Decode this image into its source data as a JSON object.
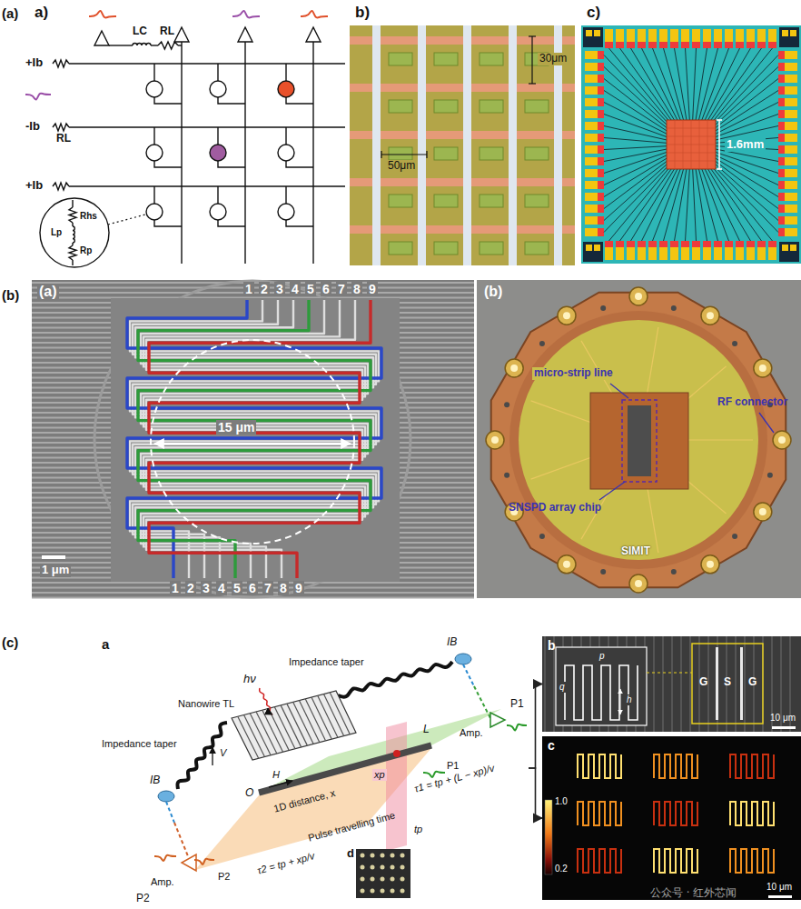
{
  "diagram": {
    "nodes": [
      {
        "text": [
          "a)"
        ]
      },
      {
        "text": [
          "b)"
        ]
      },
      {
        "text": [
          "c)"
        ]
      },
      {
        "text": [
          "(a)"
        ]
      },
      {
        "text": [
          "(b)"
        ]
      },
      {
        "text": [
          "a"
        ]
      },
      {
        "text": [
          "b"
        ]
      },
      {
        "text": [
          "c"
        ]
      },
      {
        "text": [
          "d"
        ],
        "in": 5
      }
    ],
    "edges": [
      {
        "from": 5,
        "to": 6,
        "arrow": "to"
      },
      {
        "from": 5,
        "to": 7,
        "arrow": "to"
      }
    ],
    "labels": [
      "(a)",
      "+Ib",
      "LC",
      "RL",
      "-Ib",
      "RL",
      "+Ib",
      "Rhs",
      "Lp",
      "Rp",
      "30μm",
      "50μm",
      "1.6mm",
      "(b)",
      "1",
      "2",
      "3",
      "4",
      "5",
      "6",
      "7",
      "8",
      "9",
      "1",
      "2",
      "3",
      "4",
      "5",
      "6",
      "7",
      "8",
      "9",
      "15 μm",
      "1 μm",
      "micro-strip line",
      "RF connector",
      "SNSPD array chip",
      "SIMIT",
      "(c)",
      "hν",
      "Impedance taper",
      "Nanowire TL",
      "Impedance taper",
      "V",
      "H",
      "IB",
      "P1",
      "Amp.",
      "P1",
      "L",
      "xp",
      "IB",
      "O",
      "1D distance, x",
      "Pulse travelling time",
      "τ1 = tp + (L − xp)/v",
      "tp",
      "τ2 = tp + xp/v",
      "P2",
      "Amp.",
      "P2",
      "p",
      "q",
      "h",
      "G",
      "S",
      "G",
      "10 μm",
      "10 μm",
      "1.0",
      "0.2",
      "公众号 · 红外芯闻"
    ]
  }
}
